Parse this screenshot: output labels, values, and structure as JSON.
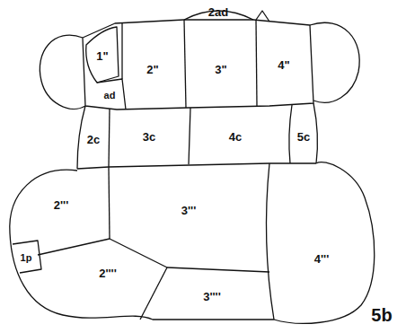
{
  "diagram": {
    "labels": [
      "2ad",
      "1\"",
      "2\"",
      "3\"",
      "4\"",
      "ad",
      "2c",
      "3c",
      "4c",
      "5c",
      "2'''",
      "3'''",
      "4'''",
      "1p",
      "2''''",
      "3''''",
      "5b"
    ]
  }
}
